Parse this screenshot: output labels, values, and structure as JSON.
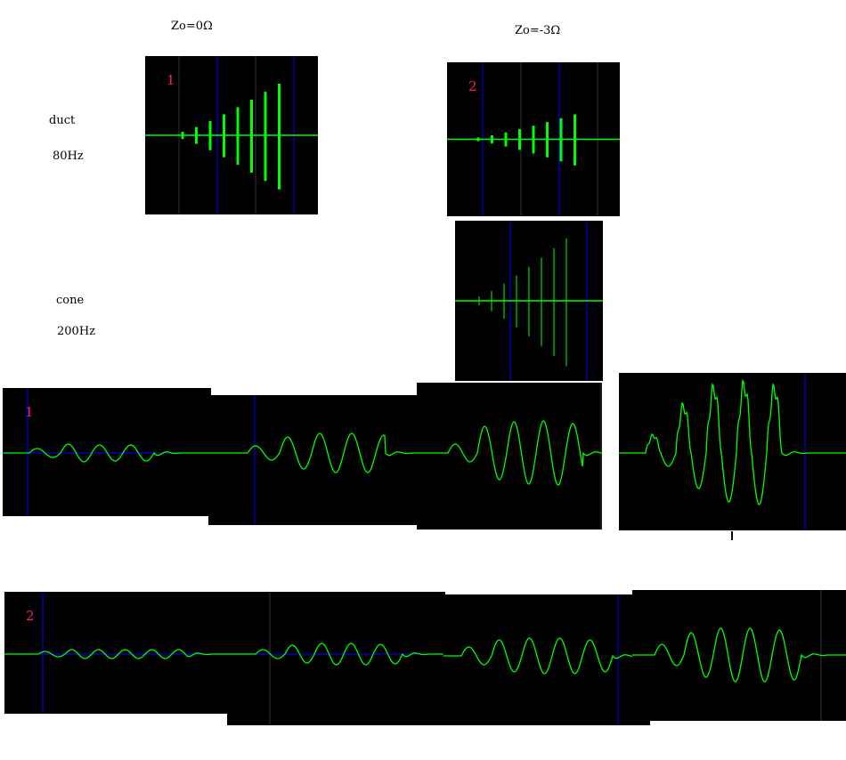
{
  "labels": {
    "zo_0": "Zo=0Ω",
    "zo_neg3": "Zo=-3Ω",
    "duct": "duct",
    "duct_freq": "80Hz",
    "cone": "cone",
    "cone_freq": "200Hz"
  },
  "markers": {
    "channel1": "1",
    "channel2": "2"
  },
  "colors": {
    "background": "#000000",
    "trace": "#00ff00",
    "cursor": "#0000ff",
    "marker": "#ff1a6e"
  }
}
